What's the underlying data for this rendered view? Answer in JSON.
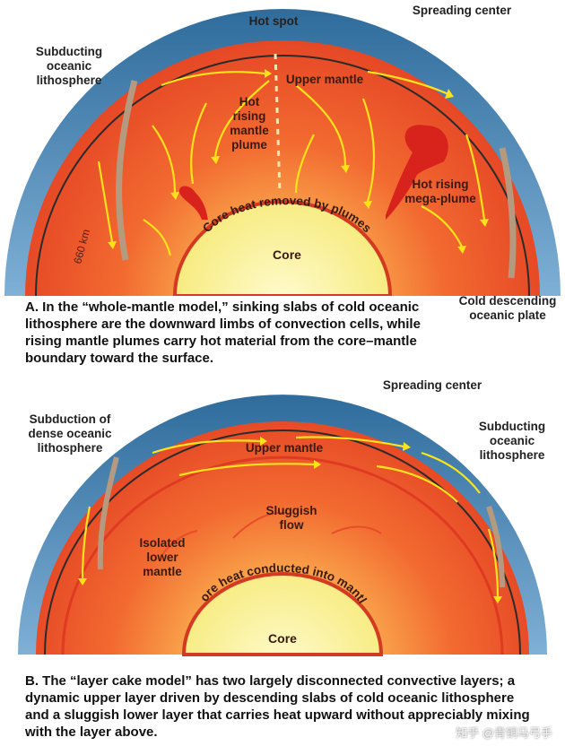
{
  "panelA": {
    "labels": {
      "hot_spot": "Hot spot",
      "spreading_center": "Spreading center",
      "subducting": "Subducting oceanic lithosphere",
      "upper_mantle": "Upper mantle",
      "plume": "Hot rising mantle plume",
      "mega_plume": "Hot rising mega-plume",
      "core_heat": "Core heat removed by plumes",
      "core": "Core",
      "depth": "660 km",
      "cold_plate": "Cold descending oceanic plate"
    },
    "caption": "A. In the “whole-mantle model,” sinking slabs of cold oceanic lithosphere are the downward limbs of convection cells, while rising mantle plumes carry hot material from the core–mantle boundary toward the surface."
  },
  "panelB": {
    "labels": {
      "spreading_center": "Spreading center",
      "subduction_dense": "Subduction of dense oceanic lithosphere",
      "subducting": "Subducting oceanic lithosphere",
      "upper_mantle": "Upper mantle",
      "sluggish": "Sluggish flow",
      "isolated": "Isolated lower mantle",
      "core_heat": "Core heat conducted into mantle",
      "core": "Core"
    },
    "caption": "B. The “layer cake model” has two largely disconnected convective layers; a dynamic upper layer driven by descending slabs of cold oceanic lithosphere and a sluggish lower layer that carries heat upward without appreciably mixing with the layer above."
  },
  "watermark": "知乎 @青铜马弓手",
  "colors": {
    "ocean": "#4f86b4",
    "mantle_outer": "#e8452a",
    "mantle_inner": "#f47a3a",
    "core": "#fbf29a",
    "arrow": "#ffe21a"
  }
}
